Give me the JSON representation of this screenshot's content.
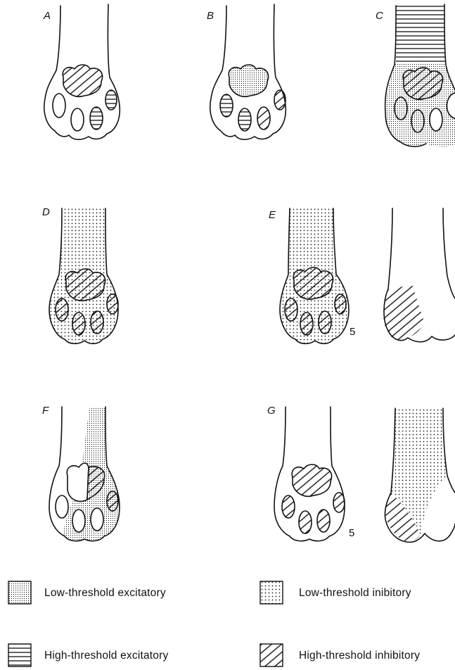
{
  "panels": [
    {
      "id": "A",
      "label": "A"
    },
    {
      "id": "B",
      "label": "B"
    },
    {
      "id": "C",
      "label": "C"
    },
    {
      "id": "D",
      "label": "D"
    },
    {
      "id": "E",
      "label": "E",
      "digit_label": "5"
    },
    {
      "id": "F",
      "label": "F"
    },
    {
      "id": "G",
      "label": "G",
      "digit_label": "5"
    }
  ],
  "legend": {
    "items": [
      {
        "label": "Low-threshold excitatory",
        "pattern": "fine-stipple"
      },
      {
        "label": "Low-threshold inibitory",
        "pattern": "coarse-dots"
      },
      {
        "label": "High-threshold excitatory",
        "pattern": "horizontal-lines"
      },
      {
        "label": "High-threshold inhibitory",
        "pattern": "diagonal-lines"
      }
    ]
  },
  "colors": {
    "ink": "#111111",
    "background": "#ffffff"
  }
}
